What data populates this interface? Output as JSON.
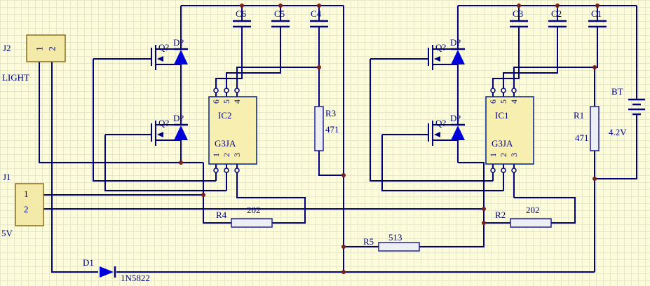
{
  "connectors": {
    "j2": {
      "ref": "J2",
      "net_label": "LIGHT",
      "pin1": "1",
      "pin2": "2"
    },
    "j1": {
      "ref": "J1",
      "net_label": "5V",
      "pin1": "1",
      "pin2": "2"
    }
  },
  "ics": {
    "ic2": {
      "ref": "IC2",
      "part": "G3JA",
      "pin_top_left": "6",
      "pin_top_mid": "5",
      "pin_top_right": "4",
      "pin_bot_left": "1",
      "pin_bot_mid": "2",
      "pin_bot_right": "3"
    },
    "ic1": {
      "ref": "IC1",
      "part": "G3JA",
      "pin_top_left": "6",
      "pin_top_mid": "5",
      "pin_top_right": "4",
      "pin_bot_left": "1",
      "pin_bot_mid": "2",
      "pin_bot_right": "3"
    }
  },
  "capacitors": {
    "c6": "C6",
    "c5": "C5",
    "c4": "C4",
    "c3": "C3",
    "c2": "C2",
    "c1": "C1"
  },
  "resistors": {
    "r3": {
      "ref": "R3",
      "value": "471"
    },
    "r1": {
      "ref": "R1",
      "value": "471"
    },
    "r4": {
      "ref": "R4",
      "value": "202"
    },
    "r2": {
      "ref": "R2",
      "value": "202"
    },
    "r5": {
      "ref": "R5",
      "value": "513"
    }
  },
  "mosfets": {
    "top_left": "Q?",
    "bottom_left": "Q?",
    "top_right": "Q?",
    "bottom_right": "Q?"
  },
  "diodes": {
    "top_left": "D?",
    "bottom_left": "D?",
    "top_right": "D?",
    "bottom_right": "D?",
    "d1_ref": "D1",
    "d1_part": "1N5822"
  },
  "battery": {
    "ref": "BT",
    "voltage": "4.2V"
  },
  "colors": {
    "wire": "#000080",
    "junction": "#7a1f1f",
    "diode_fill": "#0000d9",
    "component_fill": "#f6efb0",
    "background": "#fcfcda"
  }
}
